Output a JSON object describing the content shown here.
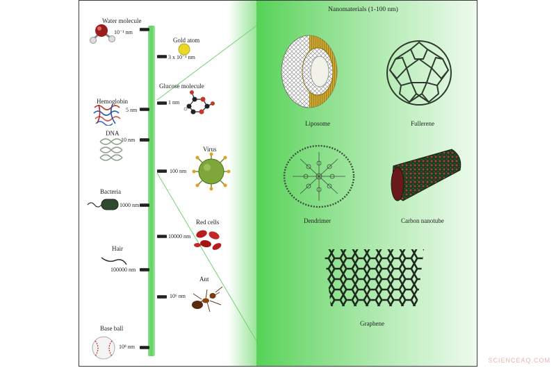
{
  "header": {
    "title": "Nanomaterials (1-100 nm)"
  },
  "left_items": [
    {
      "name": "Water molecule",
      "size": "10⁻¹ nm"
    },
    {
      "name": "Hemoglobin",
      "size": "5 nm"
    },
    {
      "name": "DNA",
      "size": "10 nm"
    },
    {
      "name": "Bacteria",
      "size": "1000 nm"
    },
    {
      "name": "Hair",
      "size": "100000 nm"
    },
    {
      "name": "Base ball",
      "size": "10⁸ nm"
    }
  ],
  "right_items": [
    {
      "name": "Gold atom",
      "size": "3 x 10⁻¹ nm"
    },
    {
      "name": "Glucose molecule",
      "size": "1 nm"
    },
    {
      "name": "Virus",
      "size": "100 nm"
    },
    {
      "name": "Red cells",
      "size": "10000 nm"
    },
    {
      "name": "Ant",
      "size": "10⁶ nm"
    }
  ],
  "nanomaterials": [
    {
      "name": "Liposome"
    },
    {
      "name": "Fullerene"
    },
    {
      "name": "Dendrimer"
    },
    {
      "name": "Carbon nanotube"
    },
    {
      "name": "Graphene"
    }
  ],
  "watermark": "SCIENCEAQ.COM",
  "colors": {
    "scale_bar": "#5fd25f",
    "panel_glow": "#56d256"
  }
}
